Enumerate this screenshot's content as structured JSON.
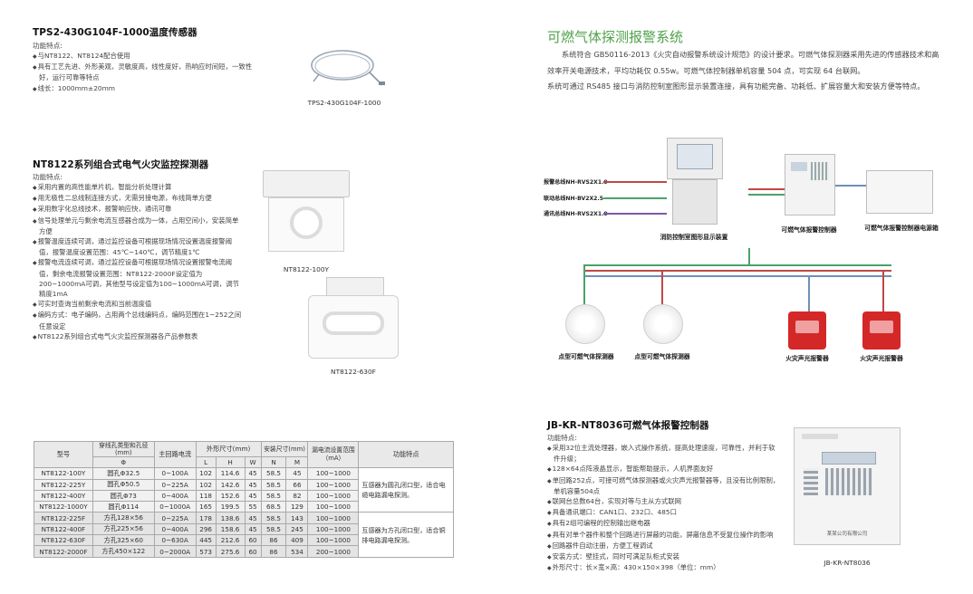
{
  "left": {
    "s1": {
      "title": "TPS2-430G104F-1000温度传感器",
      "features_label": "功能特点:",
      "features": [
        "与NT8122、NT8124配合使用",
        "具有工艺先进、外形美观，灵敏度高，线性度好，热响应时间短，一致性好，运行可靠等特点",
        "线长：1000mm±20mm"
      ],
      "product_caption": "TPS2-430G104F-1000"
    },
    "s2": {
      "title": "NT8122系列组合式电气火灾监控探测器",
      "features_label": "功能特点:",
      "features": [
        "采用内置的高性能单片机，智能分析处理计算",
        "用无极性二总线制连接方式，无需另接电源，布线简单方便",
        "采用数字化总线技术，报警响应快，通讯可靠",
        "信号处理单元与剩余电流互感器合成为一体，占用空间小，安装简单方便",
        "报警温度连续可调，通过监控设备可根据现场情况设置温度报警阈值，报警温度设置范围：45℃~140℃，调节精度1℃",
        "报警电流连续可调，通过监控设备可根据现场情况设置报警电流阈值，剩余电流报警设置范围：NT8122-2000F设定值为200~1000mA可调，其他型号设定值为100~1000mA可调，调节精度1mA",
        "可实时查询当前剩余电流和当前温度值",
        "编码方式：电子编码，占用两个总线编码点，编码范围在1~252之间任意设定",
        "NT8122系列组合式电气火灾监控探测器各产品参数表"
      ],
      "caption_top": "NT8122-100Y",
      "caption_bottom": "NT8122-630F"
    },
    "table": {
      "headers": {
        "model": "型号",
        "hole": "穿线孔类型和孔径(mm)",
        "hole_sub": "Φ",
        "circuit": "主回路电流",
        "dims": "外形尺寸(mm)",
        "L": "L",
        "H": "H",
        "W": "W",
        "mount": "安装尺寸(mm)",
        "N": "N",
        "M": "M",
        "leak": "漏电流设置范围（mA）",
        "feature": "功能特点"
      },
      "rows": [
        [
          "NT8122-100Y",
          "圆孔Φ32.5",
          "0~100A",
          "102",
          "114.6",
          "45",
          "58.5",
          "45",
          "100~1000"
        ],
        [
          "NT8122-225Y",
          "圆孔Φ50.5",
          "0~225A",
          "102",
          "142.6",
          "45",
          "58.5",
          "66",
          "100~1000"
        ],
        [
          "NT8122-400Y",
          "圆孔Φ73",
          "0~400A",
          "118",
          "152.6",
          "45",
          "58.5",
          "82",
          "100~1000"
        ],
        [
          "NT8122-1000Y",
          "圆孔Φ114",
          "0~1000A",
          "165",
          "199.5",
          "55",
          "68.5",
          "129",
          "100~1000"
        ],
        [
          "NT8122-225F",
          "方孔128×56",
          "0~225A",
          "178",
          "138.6",
          "45",
          "58.5",
          "143",
          "100~1000"
        ],
        [
          "NT8122-400F",
          "方孔225×56",
          "0~400A",
          "296",
          "158.6",
          "45",
          "58.5",
          "245",
          "100~1000"
        ],
        [
          "NT8122-630F",
          "方孔325×60",
          "0~630A",
          "445",
          "212.6",
          "60",
          "86",
          "409",
          "100~1000"
        ],
        [
          "NT8122-2000F",
          "方孔450×122",
          "0~2000A",
          "573",
          "275.6",
          "60",
          "86",
          "534",
          "200~1000"
        ]
      ],
      "note_round": "互感器为圆孔闭口型，适合电缆电路漏电探测。",
      "note_square": "互感器为方孔闭口型，适合铜排电路漏电探测。"
    }
  },
  "right": {
    "system": {
      "title": "可燃气体探测报警系统",
      "para1": "系统符合 GB50116-2013《火灾自动报警系统设计规范》的设计要求。可燃气体探测器采用先进的传感器技术和高效率开关电源技术，平均功耗仅 0.55w。可燃气体控制器单机容量 504 点，可实现 64 台联网。",
      "para2": "系统可通过 RS485 接口与消防控制室图形显示装置连接，具有功能完备、功耗低、扩展容量大和安装方便等特点。"
    },
    "diagram": {
      "legend": [
        {
          "label": "报警总线NH-RVS2X1.0",
          "color": "#c04848"
        },
        {
          "label": "联动总线NH-BV2X2.5",
          "color": "#4aa26a"
        },
        {
          "label": "通讯总线NH-RVS2X1.0",
          "color": "#7b5aa6"
        }
      ],
      "labels": {
        "display": "消防控制室图形显示装置",
        "controller": "可燃气体报警控制器",
        "power": "可燃气体报警控制器电源箱",
        "detector1": "点型可燃气体探测器",
        "detector2": "点型可燃气体探测器",
        "alarm1": "火灾声光报警器",
        "alarm2": "火灾声光报警器"
      }
    },
    "s3": {
      "title": "JB-KR-NT8036可燃气体报警控制器",
      "features_label": "功能特点:",
      "features": [
        "采用32位主流处理器，嵌入式操作系统，提高处理速度，可靠性，并利于软件升级；",
        "128×64点阵液晶显示，智能帮助提示，人机界面友好",
        "单回路252点，可接可燃气体探测器或火灾声光报警器等，且没有比例限制，单机容量504点",
        "联网台总数64台，实现对等与主从方式联网",
        "具备通讯端口：CAN1口、232口、485口",
        "具有2组可编程的控制输出继电器",
        "具有对单个器件和整个回路进行屏蔽的功能，屏蔽信息不受复位操作的影响",
        "回路器件自动注册，方便工程调试",
        "安装方式：壁挂式，同时可满足队柜式安装",
        "外形尺寸：长×宽×高：430×150×398（单位：mm）"
      ],
      "caption": "JB-KR-NT8036",
      "panel_text": "某某公司有限公司"
    }
  },
  "colors": {
    "green_title": "#4fa24a",
    "wire_red": "#c04848",
    "wire_green": "#4aa26a",
    "wire_blue": "#6f8fb8"
  }
}
